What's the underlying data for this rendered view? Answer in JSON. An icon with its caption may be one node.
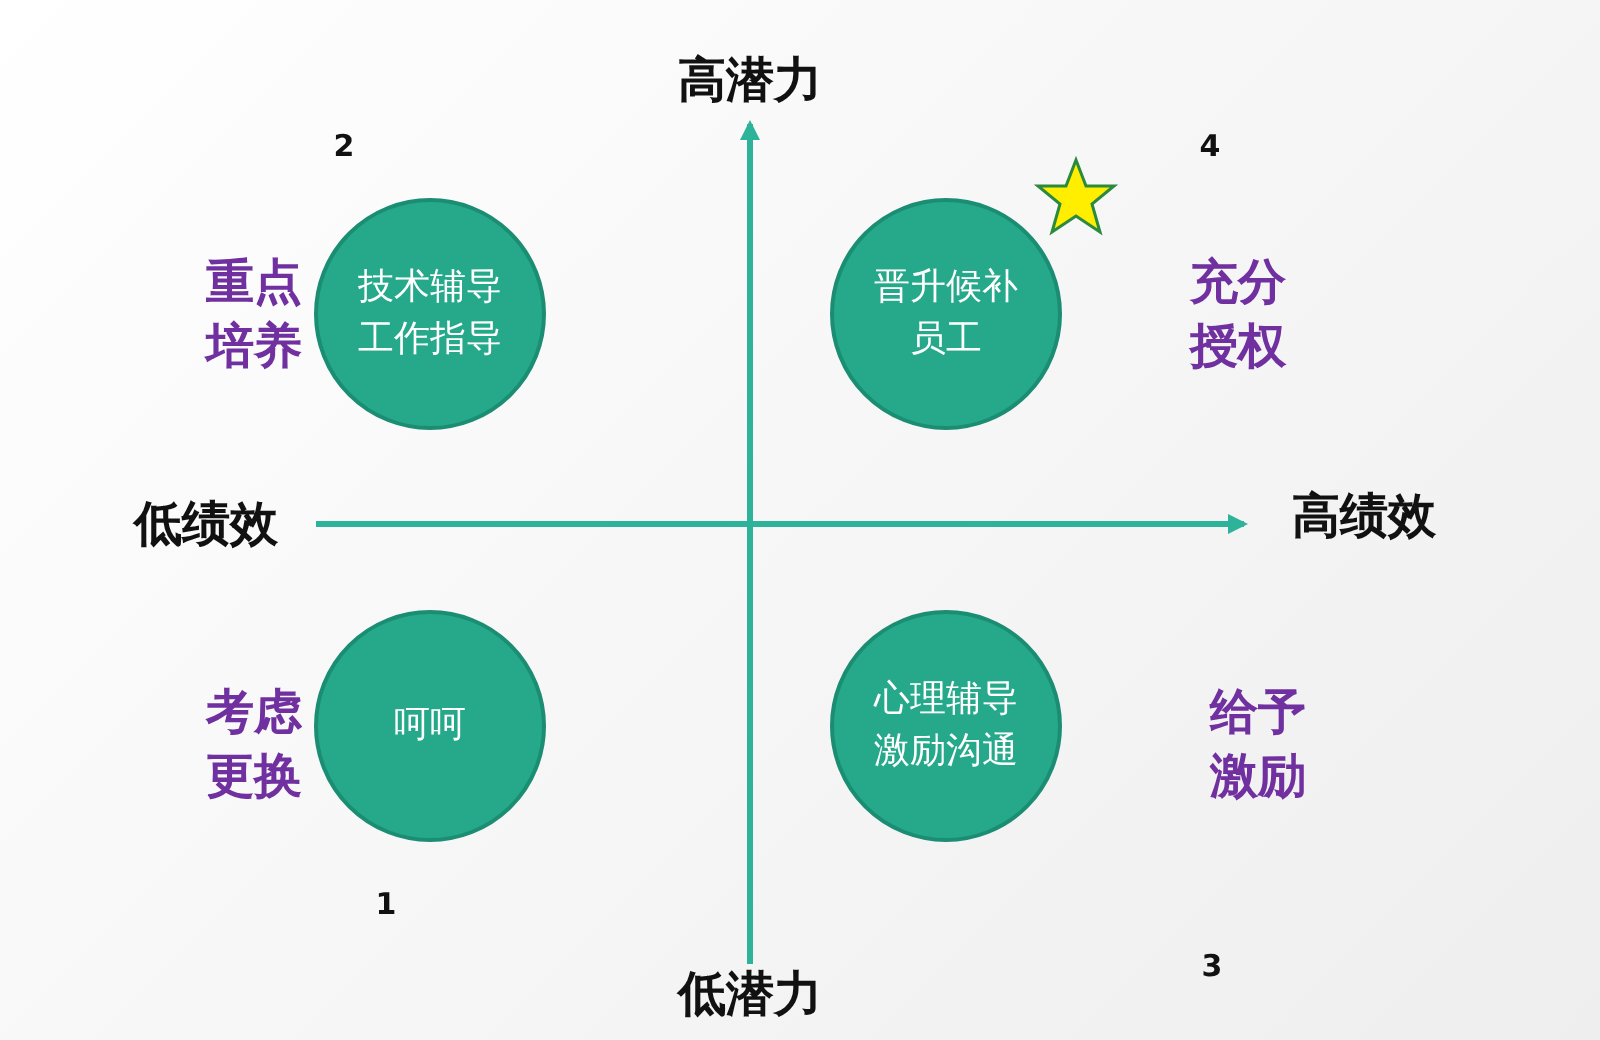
{
  "diagram": {
    "nodes": [
      {
        "text": [
          "技术辅导工作指导"
        ]
      },
      {
        "text": [
          "晋升候补员工"
        ]
      },
      {
        "text": [
          "呵呵"
        ]
      },
      {
        "text": [
          "心理辅导激励沟通"
        ]
      }
    ],
    "labels": [
      "高潜力",
      "2",
      "4",
      "重点培养",
      "充分授权",
      "低绩效",
      "高绩效",
      "考虑更换",
      "给予激励",
      "1",
      "低潜力",
      "3"
    ]
  }
}
